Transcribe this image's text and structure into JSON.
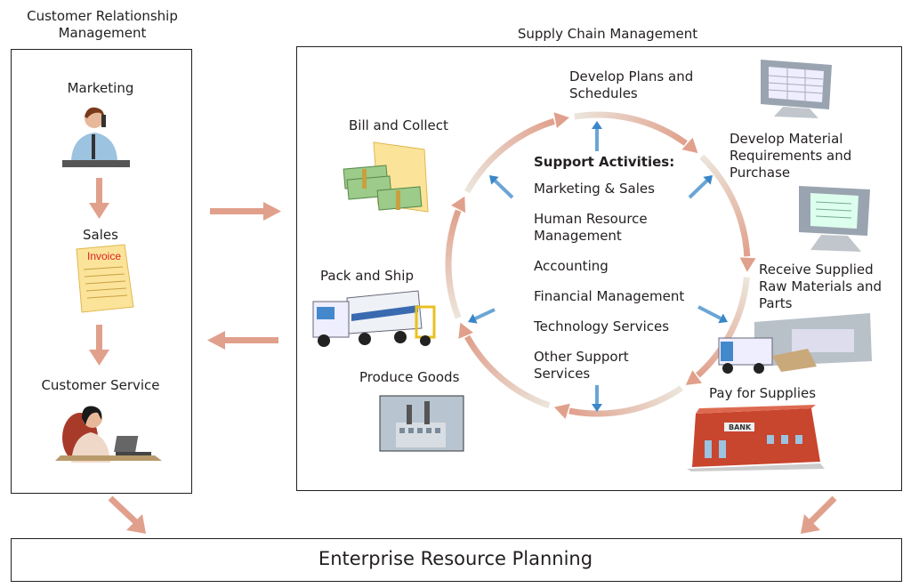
{
  "crm": {
    "title": "Customer Relationship Management",
    "marketing": "Marketing",
    "sales": "Sales",
    "invoice": "Invoice",
    "service": "Customer Service"
  },
  "scm": {
    "title": "Supply Chain Management",
    "steps": {
      "plans": "Develop Plans and Schedules",
      "material": "Develop Material Requirements and Purchase",
      "receive": "Receive Supplied Raw Materials and Parts",
      "pay": "Pay for Supplies",
      "bank": "BANK",
      "produce": "Produce Goods",
      "pack": "Pack and Ship",
      "bill": "Bill and Collect"
    },
    "support": {
      "title": "Support Activities:",
      "items": [
        "Marketing & Sales",
        "Human Resource Management",
        "Accounting",
        "Financial Management",
        "Technology Services",
        "Other Support Services"
      ]
    }
  },
  "erp": {
    "title": "Enterprise Resource Planning"
  },
  "colors": {
    "arrow": "#e0a08c",
    "blue": "#3a87c8",
    "border": "#231f20"
  }
}
